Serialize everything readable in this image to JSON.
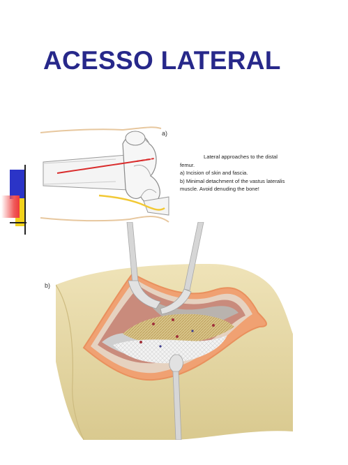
{
  "slide": {
    "title": "ACESSO LATERAL"
  },
  "figure": {
    "label_a": "a)",
    "label_b": "b)",
    "caption_lines": [
      "Lateral approaches to the distal",
      "femur.",
      "a) Incision of skin and fascia.",
      "b) Minimal detachment of the vastus lateralis",
      "muscle. Avoid denuding the bone!"
    ]
  },
  "colors": {
    "title": "#27288a",
    "deco_blue": "#2b34c7",
    "deco_yellow": "#f2d21d",
    "deco_red": "#ee3a3a",
    "skin": "#e9dcaa",
    "incision": "#d92b2b"
  }
}
